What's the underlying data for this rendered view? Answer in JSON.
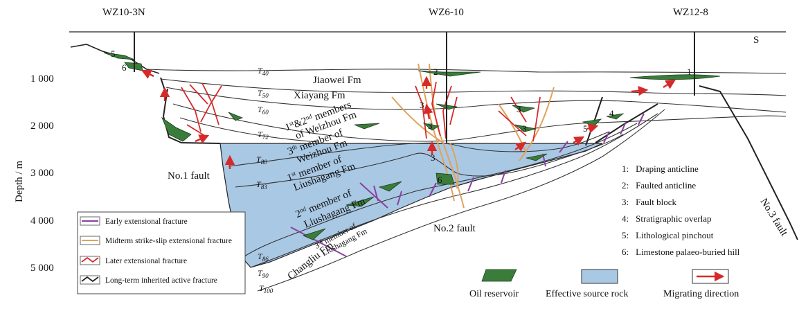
{
  "wells": [
    "WZ10-3N",
    "WZ6-10",
    "WZ12-8"
  ],
  "direction_label": "S",
  "y_axis": {
    "label": "Depth / m",
    "ticks": [
      "1 000",
      "2 000",
      "3 000",
      "4 000",
      "5 000"
    ]
  },
  "interfaces": [
    {
      "id": "T40",
      "base": "T",
      "sub": "40"
    },
    {
      "id": "T50",
      "base": "T",
      "sub": "50"
    },
    {
      "id": "T60",
      "base": "T",
      "sub": "60"
    },
    {
      "id": "T72",
      "base": "T",
      "sub": "72"
    },
    {
      "id": "T80",
      "base": "T",
      "sub": "80"
    },
    {
      "id": "T83",
      "base": "T",
      "sub": "83"
    },
    {
      "id": "T86",
      "base": "T",
      "sub": "86"
    },
    {
      "id": "T90",
      "base": "T",
      "sub": "90"
    },
    {
      "id": "T100",
      "base": "T",
      "sub": "100"
    }
  ],
  "formations": {
    "jiaowei": "Jiaowei Fm",
    "xiayang": "Xiayang Fm",
    "weizhou12": {
      "a": "1",
      "sa": "st",
      "b": "&2",
      "sb": "nd",
      "c": " members",
      "line2": "of Weizhou Fm"
    },
    "weizhou3": {
      "a": "3",
      "sa": "th",
      "b": " member of",
      "line2": "Weizhou Fm"
    },
    "liushagang1": {
      "a": "1",
      "sa": "st",
      "b": " member of",
      "line2": "Liushagang Fm"
    },
    "liushagang2": {
      "a": "2",
      "sa": "nd",
      "b": " member of",
      "line2": "Liushagang Fm"
    },
    "liushagang3": {
      "a": "3",
      "sa": "rd",
      "b": " member of",
      "line2": "Liushagang Fm"
    },
    "changliu": "Changliu Fm"
  },
  "faults": {
    "no1": "No.1 fault",
    "no2": "No.2 fault",
    "no3": "No.3 fault"
  },
  "trap_numbers": [
    "1",
    "2",
    "3",
    "3",
    "3",
    "3",
    "3",
    "4",
    "5",
    "5",
    "6",
    "6"
  ],
  "trap_legend": [
    {
      "num": "1",
      "label": "Draping anticline"
    },
    {
      "num": "2",
      "label": "Faulted anticline"
    },
    {
      "num": "3",
      "label": "Fault block"
    },
    {
      "num": "4",
      "label": "Stratigraphic overlap"
    },
    {
      "num": "5",
      "label": "Lithological pinchout"
    },
    {
      "num": "6",
      "label": "Limestone palaeo-buried hill"
    }
  ],
  "fracture_legend": [
    {
      "label": "Early extensional fracture",
      "color": "#8b3fa0"
    },
    {
      "label": "Midterm strike-slip extensional fracture",
      "color": "#e0a25a"
    },
    {
      "label": "Later extensional fracture",
      "color": "#d62a2a"
    },
    {
      "label": "Long-term inherited active fracture",
      "color": "#222222"
    }
  ],
  "bottom_legend": {
    "oil": "Oil reservoir",
    "source": "Effective source rock",
    "migration": "Migrating direction"
  },
  "colors": {
    "oil": "#3a7d3a",
    "source": "#a9c8e4",
    "arrow": "#d62a2a",
    "strike_slip": "#e0a25a",
    "early": "#8b3fa0"
  }
}
